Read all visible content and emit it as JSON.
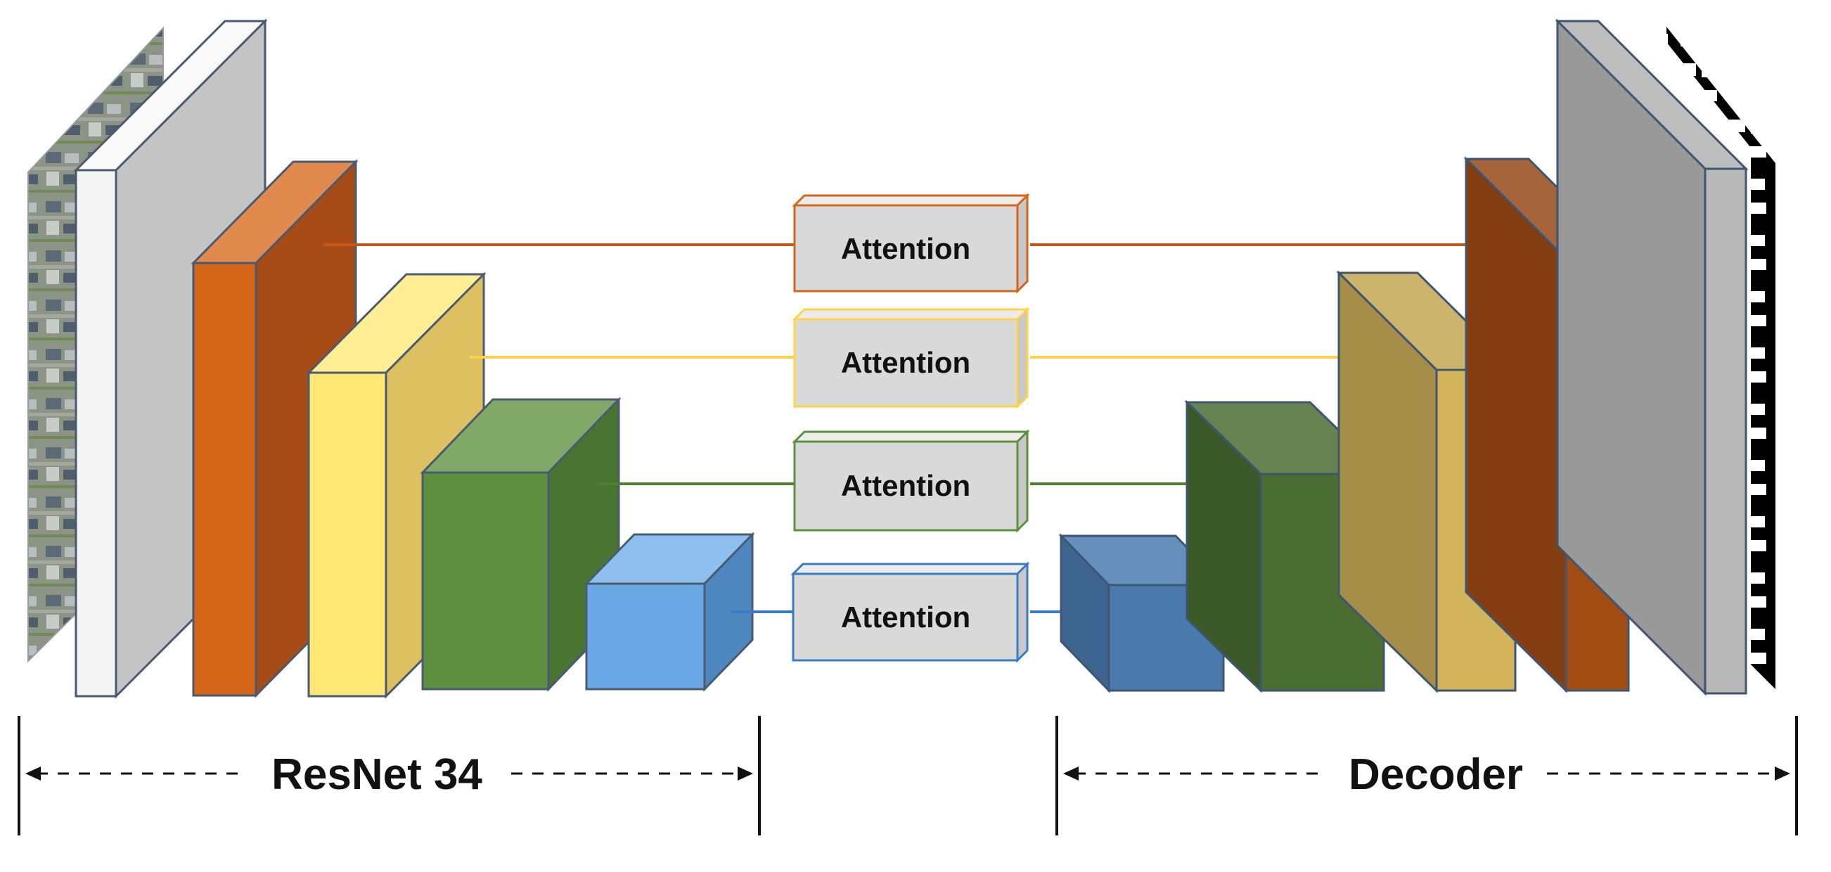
{
  "attention_label": "Attention",
  "sections": {
    "encoder_label": "ResNet 34",
    "decoder_label": "Decoder"
  },
  "colors": {
    "orange": "#d4661a",
    "yellow": "#ffe675",
    "green": "#5e8f3e",
    "blue": "#69a8e4",
    "decoder_orange": "#a24d14",
    "decoder_yellow": "#d4b45a",
    "decoder_green": "#4a6e31",
    "decoder_blue": "#4a7aab",
    "gray": "#c0c0c0"
  },
  "icons": {
    "input": "aerial-image-icon",
    "output": "segmentation-mask-icon"
  }
}
